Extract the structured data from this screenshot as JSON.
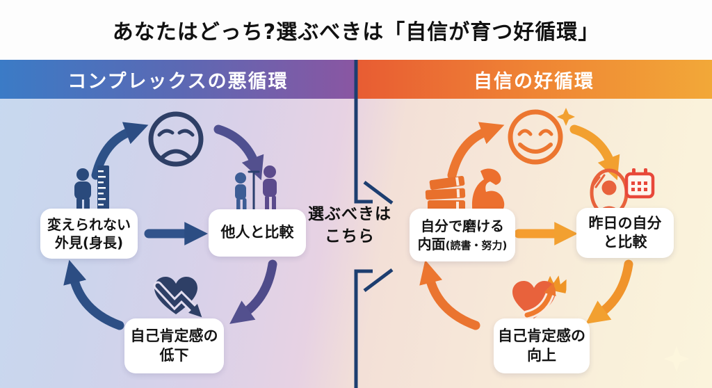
{
  "title": "あなたはどっち?選ぶべきは「自信が育つ好循環」",
  "center": {
    "line1": "選ぶべきは",
    "line2": "こちら"
  },
  "left": {
    "header": "コンプレックスの悪循環",
    "boxes": [
      {
        "line1": "変えられない",
        "line2": "外見(身長)"
      },
      {
        "line1": "他人と比較"
      },
      {
        "line1": "自己肯定感の",
        "line2": "低下"
      }
    ],
    "icons": [
      "sad-face-icon",
      "person-height-ruler-icon",
      "compare-people-icon",
      "broken-heart-decline-icon"
    ],
    "colors": {
      "header_from": "#3b7bc6",
      "header_to": "#8a56a2",
      "arrow_navy": "#2c4d83",
      "arrow_purple": "#53508e",
      "icon_navy": "#2e3f66"
    }
  },
  "right": {
    "header": "自信の好循環",
    "boxes": [
      {
        "line1": "自分で磨ける",
        "line2_main": "内面",
        "line2_sub": "(読書・努力)"
      },
      {
        "line1": "昨日の自分",
        "line2": "と比較"
      },
      {
        "line1": "自己肯定感の",
        "line2": "向上"
      }
    ],
    "icons": [
      "happy-face-icon",
      "sparkle-icon",
      "books-icon",
      "bicep-icon",
      "mirror-person-icon",
      "calendar-icon",
      "heart-crown-up-icon"
    ],
    "colors": {
      "header_from": "#e85c33",
      "header_to": "#f2a838",
      "arrow_orange": "#ec7630",
      "arrow_amber": "#f2a030",
      "icon_red_orange": "#e8623c"
    }
  },
  "background": {
    "left_tint": "#c7d9ef",
    "right_tint": "#fbf4dc",
    "divider": "#1d3e70"
  }
}
